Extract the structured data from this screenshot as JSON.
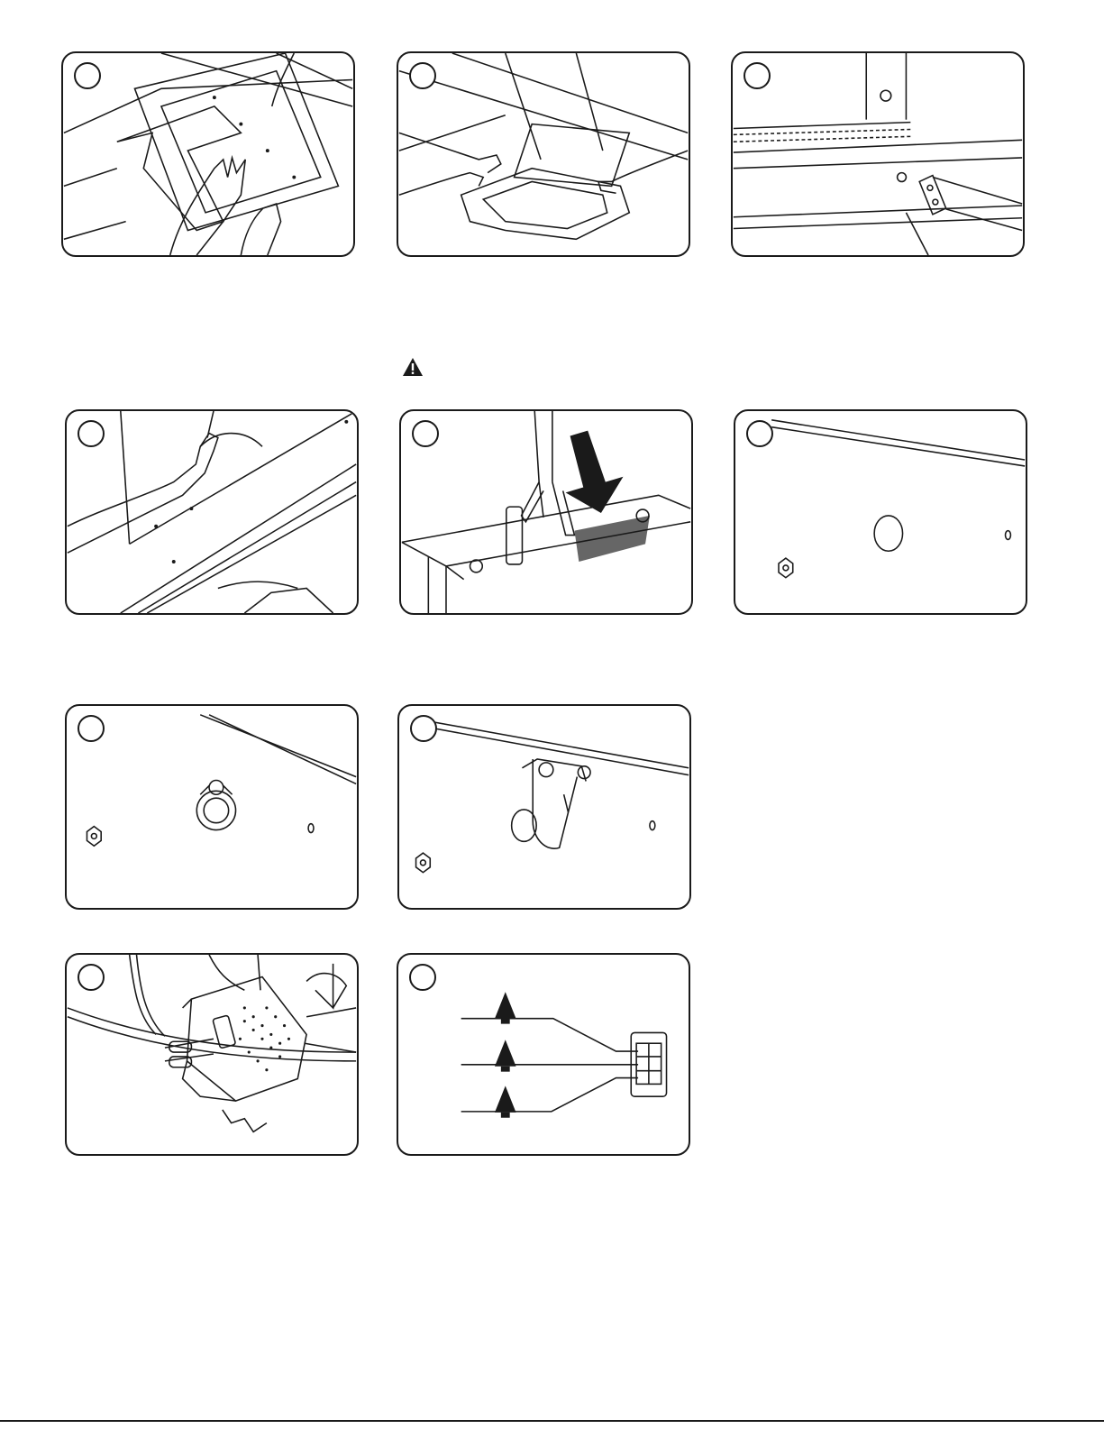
{
  "document": {
    "panels": [
      {
        "step_badge": "",
        "scene": "hands-lifting-unit-into-ceiling"
      },
      {
        "step_badge": "",
        "scene": "hands-installing-grille"
      },
      {
        "step_badge": "",
        "scene": "hanger-bracket-on-rail"
      },
      {
        "step_badge": "",
        "scene": "hand-pulling-cable"
      },
      {
        "step_badge": "",
        "scene": "pliers-bending-tab"
      },
      {
        "step_badge": "",
        "scene": "knockout-plug"
      },
      {
        "step_badge": "",
        "scene": "cable-clamp-installed"
      },
      {
        "step_badge": "",
        "scene": "cable-clamp-tightened"
      },
      {
        "step_badge": "",
        "scene": "junction-box-with-switch"
      },
      {
        "step_badge": "",
        "scene": "wiring-diagram-wire-nuts-terminal-block"
      }
    ],
    "warning_icon": "warning-triangle-icon",
    "colors": {
      "ink": "#1a1a1a",
      "shade": "#666666",
      "paper": "#ffffff"
    }
  }
}
